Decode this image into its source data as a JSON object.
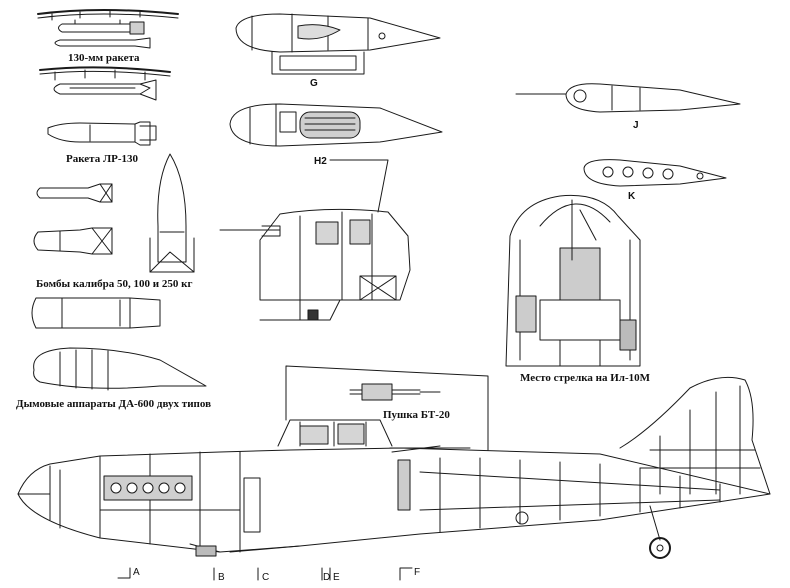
{
  "captions": {
    "rocket_130mm": "130-мм ракета",
    "rocket_lr130": "Ракета ЛР-130",
    "bombs": "Бомбы калибра 50, 100 и 250 кг",
    "smoke": "Дымовые аппараты ДА-600 двух типов",
    "gunner": "Место стрелка на Ил-10М",
    "cannon": "Пушка БТ-20"
  },
  "view_letters": {
    "g": "G",
    "h2": "H2",
    "j": "J",
    "k": "K"
  },
  "section_letters": {
    "a": "A",
    "b": "B",
    "c": "C",
    "d": "D",
    "e": "E",
    "f": "F"
  },
  "colors": {
    "ink": "#1a1a1a",
    "paper": "#ffffff",
    "shade": "#9a9a9a"
  }
}
